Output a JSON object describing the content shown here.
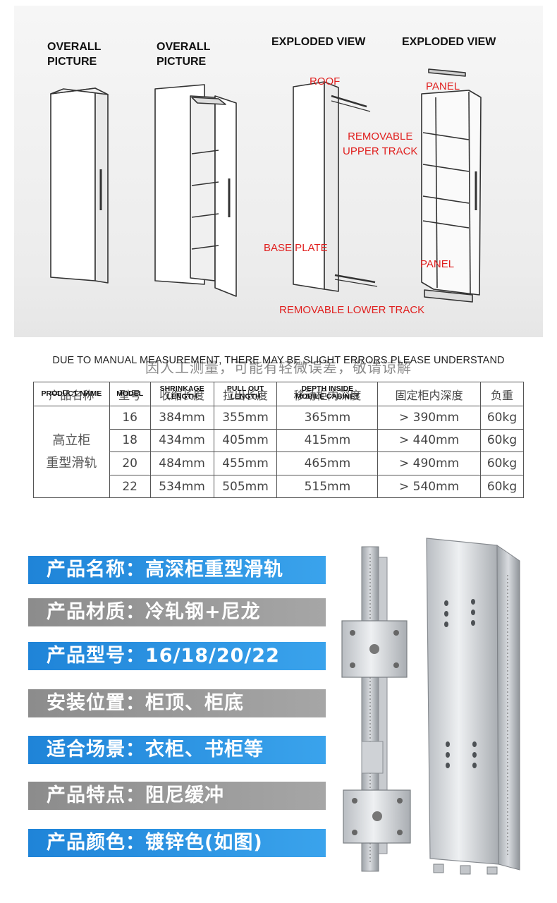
{
  "diagram": {
    "labels": {
      "overall1": "OVERALL\nPICTURE",
      "overall2": "OVERALL\nPICTURE",
      "exploded1": "EXPLODED VIEW",
      "exploded2": "EXPLODED VIEW"
    },
    "callouts": {
      "roof": "ROOF",
      "panel_top": "PANEL",
      "upper_track": "REMOVABLE\nUPPER TRACK",
      "base_plate": "BASE PLATE",
      "panel_bottom": "PANEL",
      "lower_track": "REMOVABLE LOWER TRACK"
    },
    "callout_color": "#e0201f"
  },
  "notice": {
    "en": "DUE TO MANUAL MEASUREMENT, THERE MAY BE SLIGHT ERRORS PLEASE UNDERSTAND",
    "cn": "因人工测量，可能有轻微误差，敬请谅解"
  },
  "table": {
    "headers": [
      {
        "cn": "产品名称",
        "en": "PRODUCT NAME"
      },
      {
        "cn": "型号",
        "en": "MODEL"
      },
      {
        "cn": "收缩长度",
        "en": "SHRINKAGE\nLENGTH"
      },
      {
        "cn": "拉出长度",
        "en": "PULL OUT\nLENGTH"
      },
      {
        "cn": "移动柜内深度",
        "en": "DEPTH INSIDE\nMOBILE CABINET"
      },
      {
        "cn": "固定柜内深度",
        "en": ""
      },
      {
        "cn": "负重",
        "en": ""
      }
    ],
    "product_name_line1": "高立柜",
    "product_name_line2": "重型滑轨",
    "rows": [
      [
        "16",
        "384mm",
        "355mm",
        "365mm",
        "> 390mm",
        "60kg"
      ],
      [
        "18",
        "434mm",
        "405mm",
        "415mm",
        "> 440mm",
        "60kg"
      ],
      [
        "20",
        "484mm",
        "455mm",
        "465mm",
        "> 490mm",
        "60kg"
      ],
      [
        "22",
        "534mm",
        "505mm",
        "515mm",
        "> 540mm",
        "60kg"
      ]
    ]
  },
  "features": [
    {
      "text": "产品名称：高深柜重型滑轨",
      "color": "blue"
    },
    {
      "text": "产品材质：冷轧钢+尼龙",
      "color": "gray"
    },
    {
      "text": "产品型号：16/18/20/22",
      "color": "blue"
    },
    {
      "text": "安装位置：柜顶、柜底",
      "color": "gray"
    },
    {
      "text": "适合场景：衣柜、书柜等",
      "color": "blue"
    },
    {
      "text": "产品特点：阻尼缓冲",
      "color": "gray"
    },
    {
      "text": "产品颜色：镀锌色(如图)",
      "color": "blue"
    }
  ],
  "colors": {
    "bar_blue": "#2a93e0",
    "bar_gray": "#999999"
  }
}
